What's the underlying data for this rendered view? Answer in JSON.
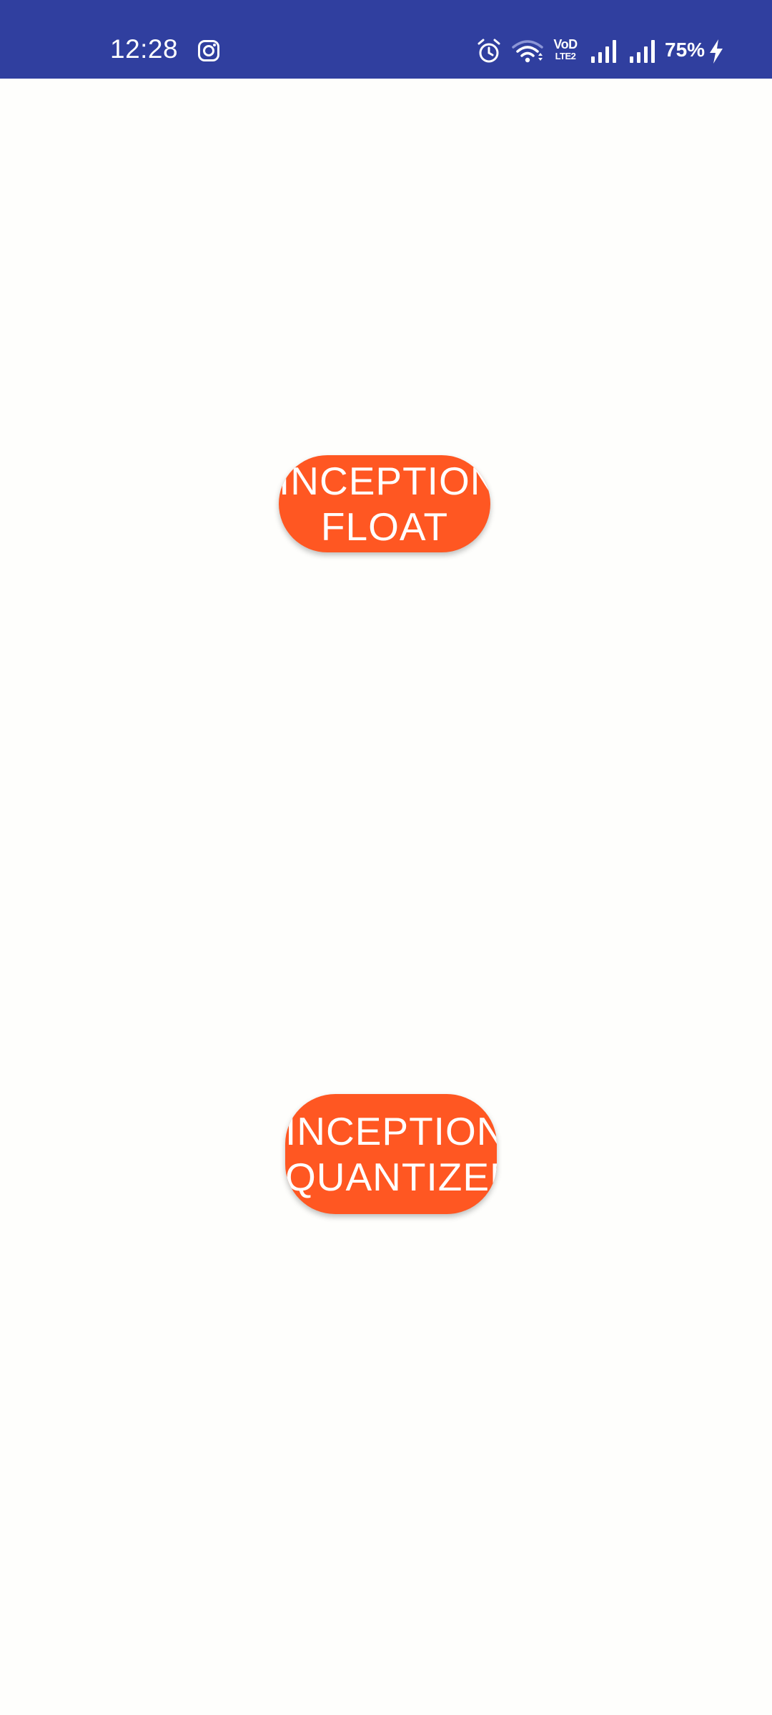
{
  "status_bar": {
    "time": "12:28",
    "volte_top": "VoD",
    "volte_bottom": "LTE2",
    "battery_percent": "75%",
    "background_color": "#303F9F",
    "icons": [
      "instagram-icon",
      "alarm-icon",
      "wifi-icon",
      "volte-icon",
      "signal-icon",
      "signal-icon",
      "charging-bolt-icon"
    ]
  },
  "buttons": {
    "inception_float": {
      "label": "INCEPTION\nFLOAT"
    },
    "inception_quantized": {
      "label": "INCEPTION\nQUANTIZED"
    },
    "color": "#FF5722"
  },
  "theme": {
    "background": "#FEFEFC",
    "text_on_button": "#FFFFFF"
  }
}
